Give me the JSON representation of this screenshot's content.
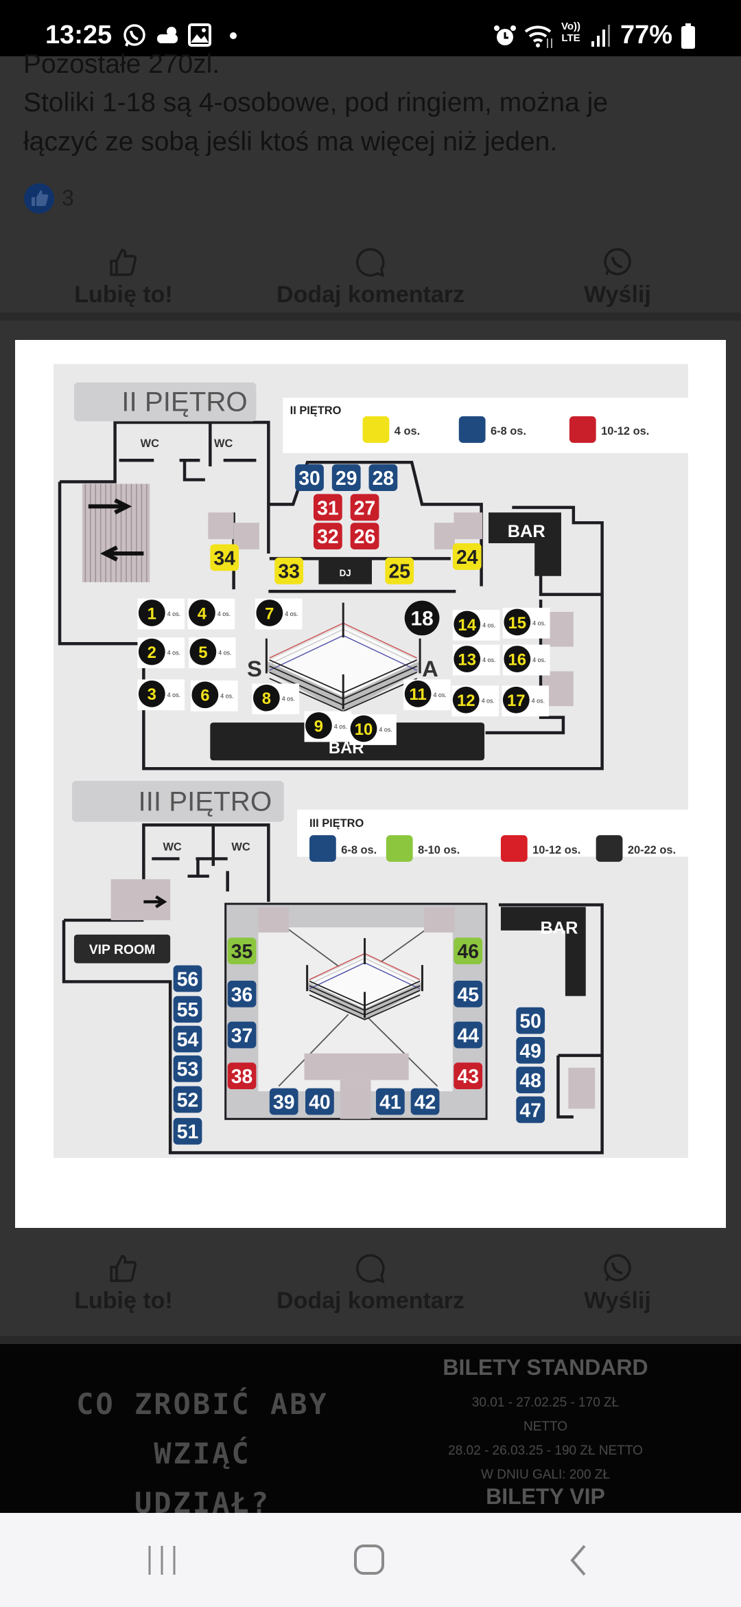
{
  "status_bar": {
    "time": "13:25",
    "battery": "77%",
    "network": "LTE",
    "volte": "Vo))",
    "left_icons": [
      "whatsapp-icon",
      "cloud-icon",
      "gallery-icon",
      "dot-icon"
    ],
    "right_icons": [
      "alarm-icon",
      "wifi-icon",
      "volte-icon",
      "signal-icon",
      "battery-icon"
    ]
  },
  "post": {
    "lines": [
      "Pozostałe 270zl.",
      "Stoliki 1-18 są 4-osobowe, pod ringiem, można je",
      "łączyć ze sobą jeśli ktoś ma więcej niż jeden."
    ],
    "reaction_count": "3"
  },
  "actions": {
    "like": "Lubię to!",
    "comment": "Dodaj komentarz",
    "share": "Wyślij"
  },
  "map": {
    "floor2": {
      "title": "II PIĘTRO",
      "legend_title": "II PIĘTRO",
      "legend": [
        {
          "label": "4 os.",
          "color": "#f2e21a"
        },
        {
          "label": "6-8 os.",
          "color": "#1f4a80"
        },
        {
          "label": "10-12 os.",
          "color": "#c91f2a"
        }
      ],
      "wc": [
        "WC",
        "WC"
      ],
      "bar": "BAR",
      "bar_main": "BAR",
      "dj": "DJ",
      "hall": [
        "S",
        "A"
      ],
      "seat_tag": "4 os.",
      "boxes": [
        "30",
        "29",
        "28",
        "31",
        "27",
        "32",
        "26",
        "34",
        "33",
        "25",
        "24"
      ],
      "rounds": [
        "1",
        "4",
        "7",
        "18",
        "14",
        "15",
        "2",
        "5",
        "13",
        "16",
        "3",
        "6",
        "8",
        "11",
        "12",
        "17",
        "9",
        "10"
      ]
    },
    "floor3": {
      "title": "III PIĘTRO",
      "legend_title": "III PIĘTRO",
      "legend": [
        {
          "label": "6-8 os.",
          "color": "#1f4a80"
        },
        {
          "label": "8-10 os.",
          "color": "#8cc63f"
        },
        {
          "label": "10-12 os.",
          "color": "#d81e26"
        },
        {
          "label": "20-22 os.",
          "color": "#2a2a2a"
        }
      ],
      "wc": [
        "WC",
        "WC"
      ],
      "bar": "BAR",
      "vip": "VIP ROOM",
      "boxes": [
        "35",
        "36",
        "37",
        "38",
        "46",
        "45",
        "44",
        "43",
        "39",
        "40",
        "41",
        "42",
        "56",
        "55",
        "54",
        "53",
        "52",
        "51",
        "50",
        "49",
        "48",
        "47"
      ]
    }
  },
  "banner": {
    "headline": [
      "CO ZROBIĆ ABY WZIĄĆ",
      "UDZIAŁ?"
    ],
    "standard_title": "BILETY STANDARD",
    "standard_lines": [
      "30.01 - 27.02.25  - 170 ZŁ",
      "NETTO",
      "28.02 - 26.03.25 - 190 ZŁ NETTO",
      "W DNIU GALI: 200 ZŁ"
    ],
    "vip_title": "BILETY VIP"
  },
  "nav": {
    "icons": [
      "recent-apps-icon",
      "home-icon",
      "back-icon"
    ]
  }
}
